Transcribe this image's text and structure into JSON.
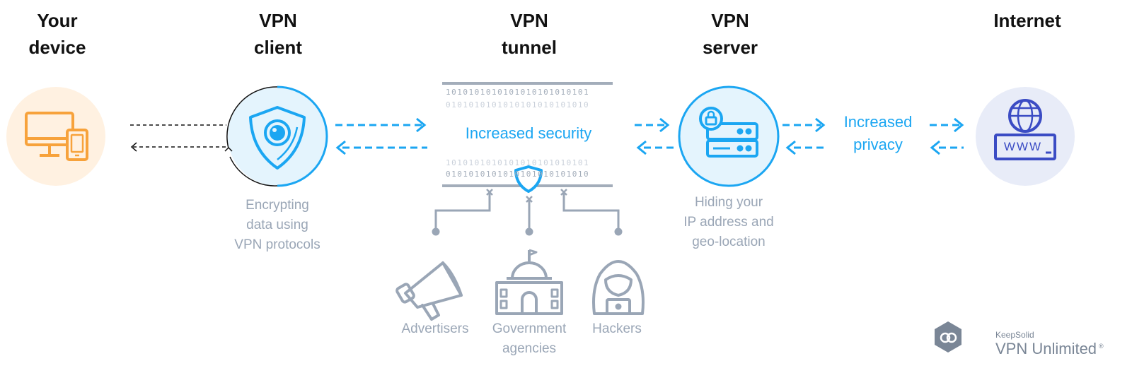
{
  "headings": {
    "device": [
      "Your",
      "device"
    ],
    "client": [
      "VPN",
      "client"
    ],
    "tunnel": [
      "VPN",
      "tunnel"
    ],
    "server": [
      "VPN",
      "server"
    ],
    "internet": "Internet"
  },
  "client_caption": [
    "Encrypting",
    "data using",
    "VPN protocols"
  ],
  "server_caption": [
    "Hiding your",
    "IP address and",
    "geo-location"
  ],
  "tunnel_label": "Increased security",
  "privacy_label": [
    "Increased",
    "privacy"
  ],
  "www_text": "WWW",
  "binary": {
    "row1": "1010101010101010101010101",
    "row2": "0101010101010101010101010",
    "row3": "1010101010101010101010101",
    "row4": "0101010101010101010101010"
  },
  "threats": {
    "advertisers": [
      "Advertisers"
    ],
    "government": [
      "Government",
      "agencies"
    ],
    "hackers": [
      "Hackers"
    ]
  },
  "brand": {
    "company": "KeepSolid",
    "product": "VPN Unlimited",
    "reg": "®"
  },
  "colors": {
    "blue": "#1ba6f2",
    "orange": "#f7a23b",
    "navy": "#3b4cc4",
    "grey": "#9aa6b6",
    "heading": "#111111"
  }
}
